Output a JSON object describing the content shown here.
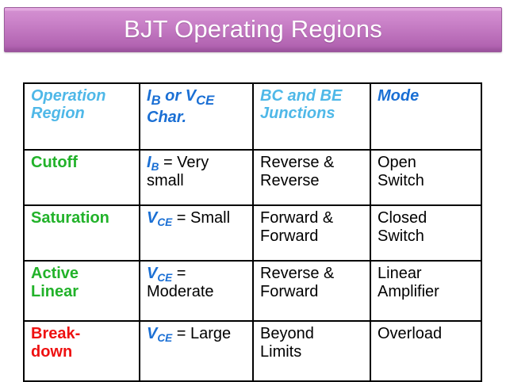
{
  "slide": {
    "title": "BJT Operating Regions",
    "banner_color_top": "#d28ed0",
    "banner_color_bottom": "#96509a",
    "background_color": "#ffffff"
  },
  "table": {
    "border_color": "#000000",
    "header_color_cyan": "#4fb8e8",
    "header_color_blue": "#1a6fd4",
    "region_color_green": "#22b22a",
    "region_color_red": "#ee1111",
    "variable_color": "#1a6fd4",
    "headers": [
      {
        "line1": "Operation",
        "line2": "Region",
        "color_key": "cyan"
      },
      {
        "line1_pre": "I",
        "line1_sub": "B",
        "line1_mid": " or ",
        "line1_pre2": "V",
        "line1_sub2": "CE",
        "line2": "Char.",
        "color_key": "blue"
      },
      {
        "line1": "BC and BE",
        "line2": "Junctions",
        "color_key": "cyan"
      },
      {
        "line1": "Mode",
        "line2": "",
        "color_key": "blue"
      }
    ],
    "rows": [
      {
        "region": "Cutoff",
        "region_line2": "",
        "region_color_key": "green",
        "char_symbol": "I",
        "char_sub": "B",
        "char_rest": " = Very small",
        "junctions_line1": "Reverse &",
        "junctions_line2": "Reverse",
        "mode_line1": "Open",
        "mode_line2": "Switch"
      },
      {
        "region": "Saturation",
        "region_line2": "",
        "region_color_key": "green",
        "char_symbol": "V",
        "char_sub": "CE",
        "char_rest": " = Small",
        "junctions_line1": "Forward &",
        "junctions_line2": "Forward",
        "mode_line1": "Closed",
        "mode_line2": "Switch"
      },
      {
        "region": "Active",
        "region_line2": "Linear",
        "region_color_key": "green",
        "char_symbol": "V",
        "char_sub": "CE",
        "char_rest": " = Moderate",
        "junctions_line1": "Reverse &",
        "junctions_line2": "Forward",
        "mode_line1": "Linear",
        "mode_line2": "Amplifier"
      },
      {
        "region": "Break-",
        "region_line2": "down",
        "region_color_key": "red",
        "char_symbol": "V",
        "char_sub": "CE",
        "char_rest": " = Large",
        "junctions_line1": "Beyond",
        "junctions_line2": "Limits",
        "mode_line1": "Overload",
        "mode_line2": ""
      }
    ]
  }
}
